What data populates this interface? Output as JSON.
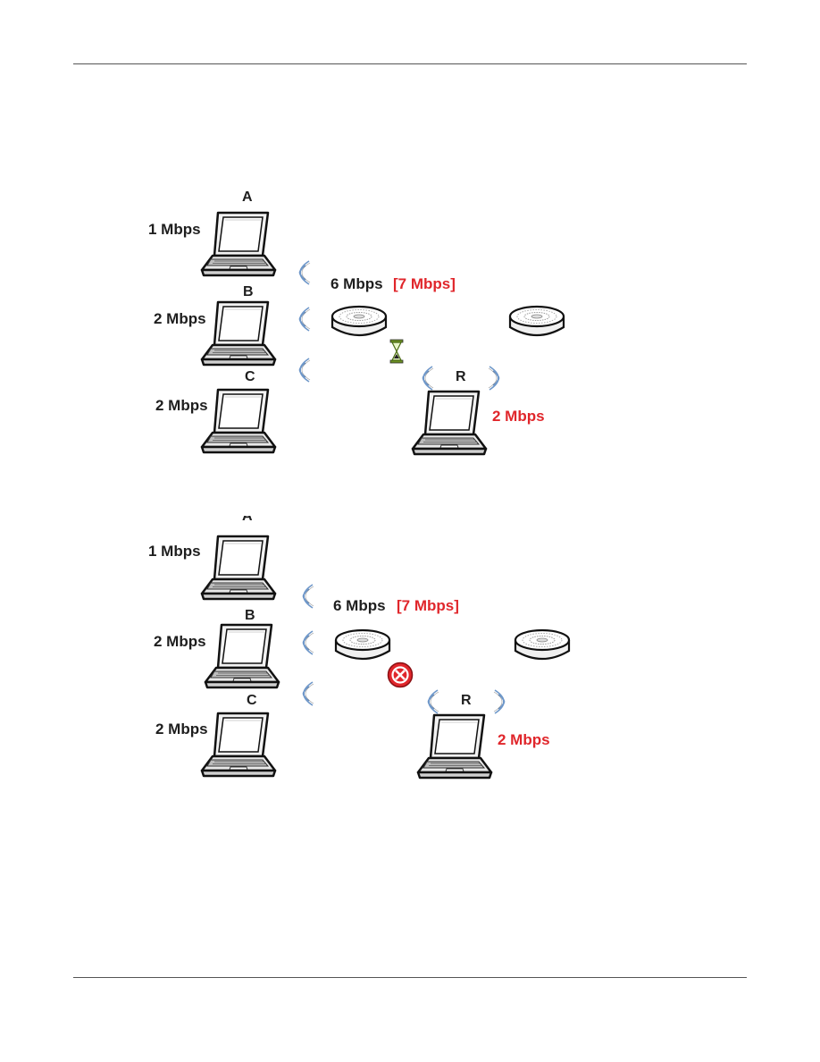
{
  "diagrams": [
    {
      "id": "top",
      "clients": [
        {
          "letter": "A",
          "rate": "1 Mbps"
        },
        {
          "letter": "B",
          "rate": "2 Mbps"
        },
        {
          "letter": "C",
          "rate": "2 Mbps"
        }
      ],
      "ap_rate": "6 Mbps",
      "ap_rate_total": "[7 Mbps]",
      "roaming_client": {
        "letter": "R",
        "rate": "2 Mbps"
      },
      "status_icon": "hourglass-icon"
    },
    {
      "id": "bottom",
      "clients": [
        {
          "letter": "A",
          "rate": "1 Mbps"
        },
        {
          "letter": "B",
          "rate": "2 Mbps"
        },
        {
          "letter": "C",
          "rate": "2 Mbps"
        }
      ],
      "ap_rate": "6 Mbps",
      "ap_rate_total": "[7 Mbps]",
      "roaming_client": {
        "letter": "R",
        "rate": "2 Mbps"
      },
      "status_icon": "denied-icon"
    }
  ],
  "colors": {
    "accent_red": "#e0262b",
    "wave_blue": "#6e97c9"
  }
}
